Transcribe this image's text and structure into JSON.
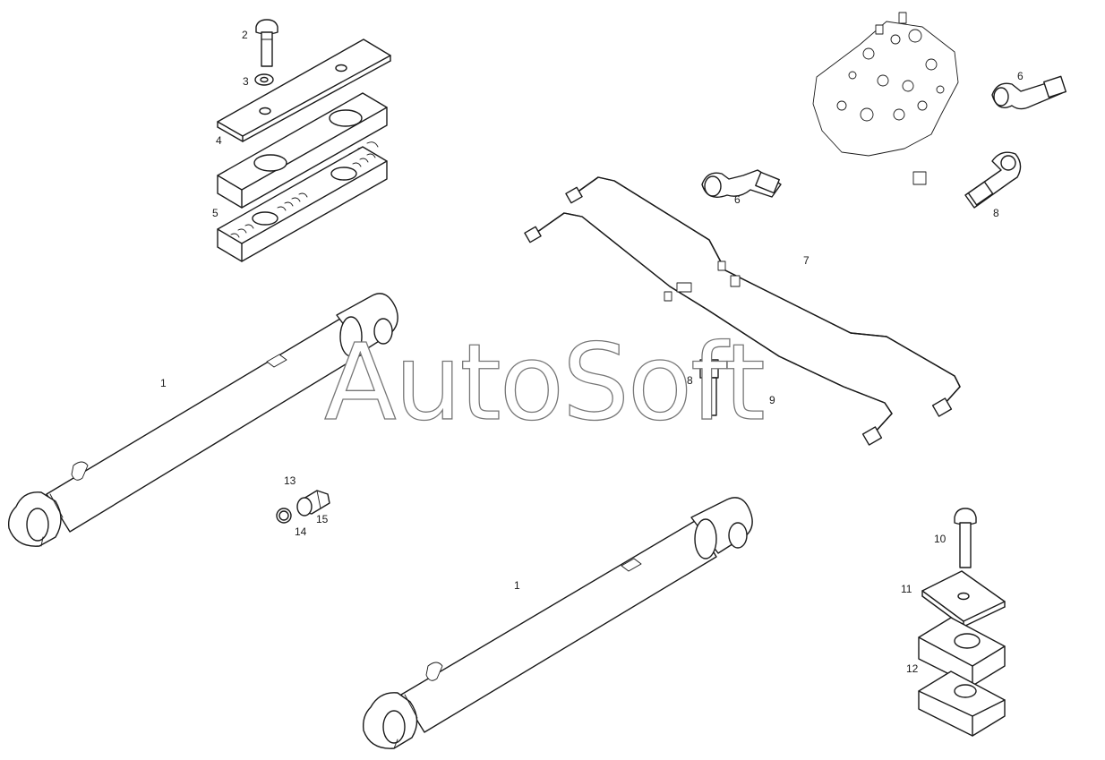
{
  "watermark": "AutoSoft",
  "callouts": [
    {
      "key": "c2",
      "text": "2"
    },
    {
      "key": "c3",
      "text": "3"
    },
    {
      "key": "c4",
      "text": "4"
    },
    {
      "key": "c5",
      "text": "5"
    },
    {
      "key": "c1a",
      "text": "1"
    },
    {
      "key": "c1b",
      "text": "1"
    },
    {
      "key": "c6a",
      "text": "6"
    },
    {
      "key": "c6b",
      "text": "6"
    },
    {
      "key": "c7",
      "text": "7"
    },
    {
      "key": "c8a",
      "text": "8"
    },
    {
      "key": "c8b",
      "text": "8"
    },
    {
      "key": "c9",
      "text": "9"
    },
    {
      "key": "c10",
      "text": "10"
    },
    {
      "key": "c11",
      "text": "11"
    },
    {
      "key": "c12",
      "text": "12"
    },
    {
      "key": "c13",
      "text": "13"
    },
    {
      "key": "c14",
      "text": "14"
    },
    {
      "key": "c15",
      "text": "15"
    }
  ],
  "colors": {
    "line": "#1a1a1a",
    "watermark_outline": "#777777",
    "background": "#ffffff"
  }
}
